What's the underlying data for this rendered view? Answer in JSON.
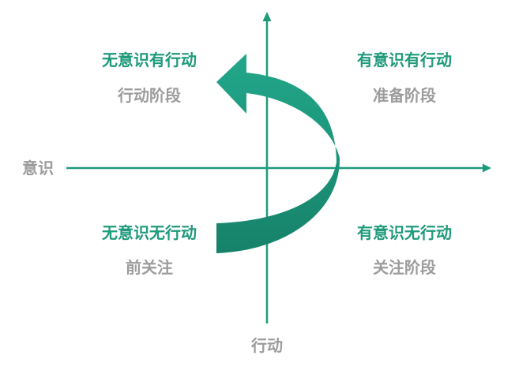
{
  "axes": {
    "horizontal_label": "意识",
    "vertical_label": "行动",
    "color": "#1f9a7c"
  },
  "quadrants": {
    "top_left": {
      "title": "无意识有行动",
      "stage": "行动阶段"
    },
    "top_right": {
      "title": "有意识有行动",
      "stage": "准备阶段"
    },
    "bottom_left": {
      "title": "无意识无行动",
      "stage": "前关注"
    },
    "bottom_right": {
      "title": "有意识无行动",
      "stage": "关注阶段"
    }
  },
  "arrow": {
    "color_start": "#16826a",
    "color_end": "#22a78a"
  },
  "colors": {
    "title_text": "#1f9a7c",
    "stage_text": "#9c9c9c"
  }
}
